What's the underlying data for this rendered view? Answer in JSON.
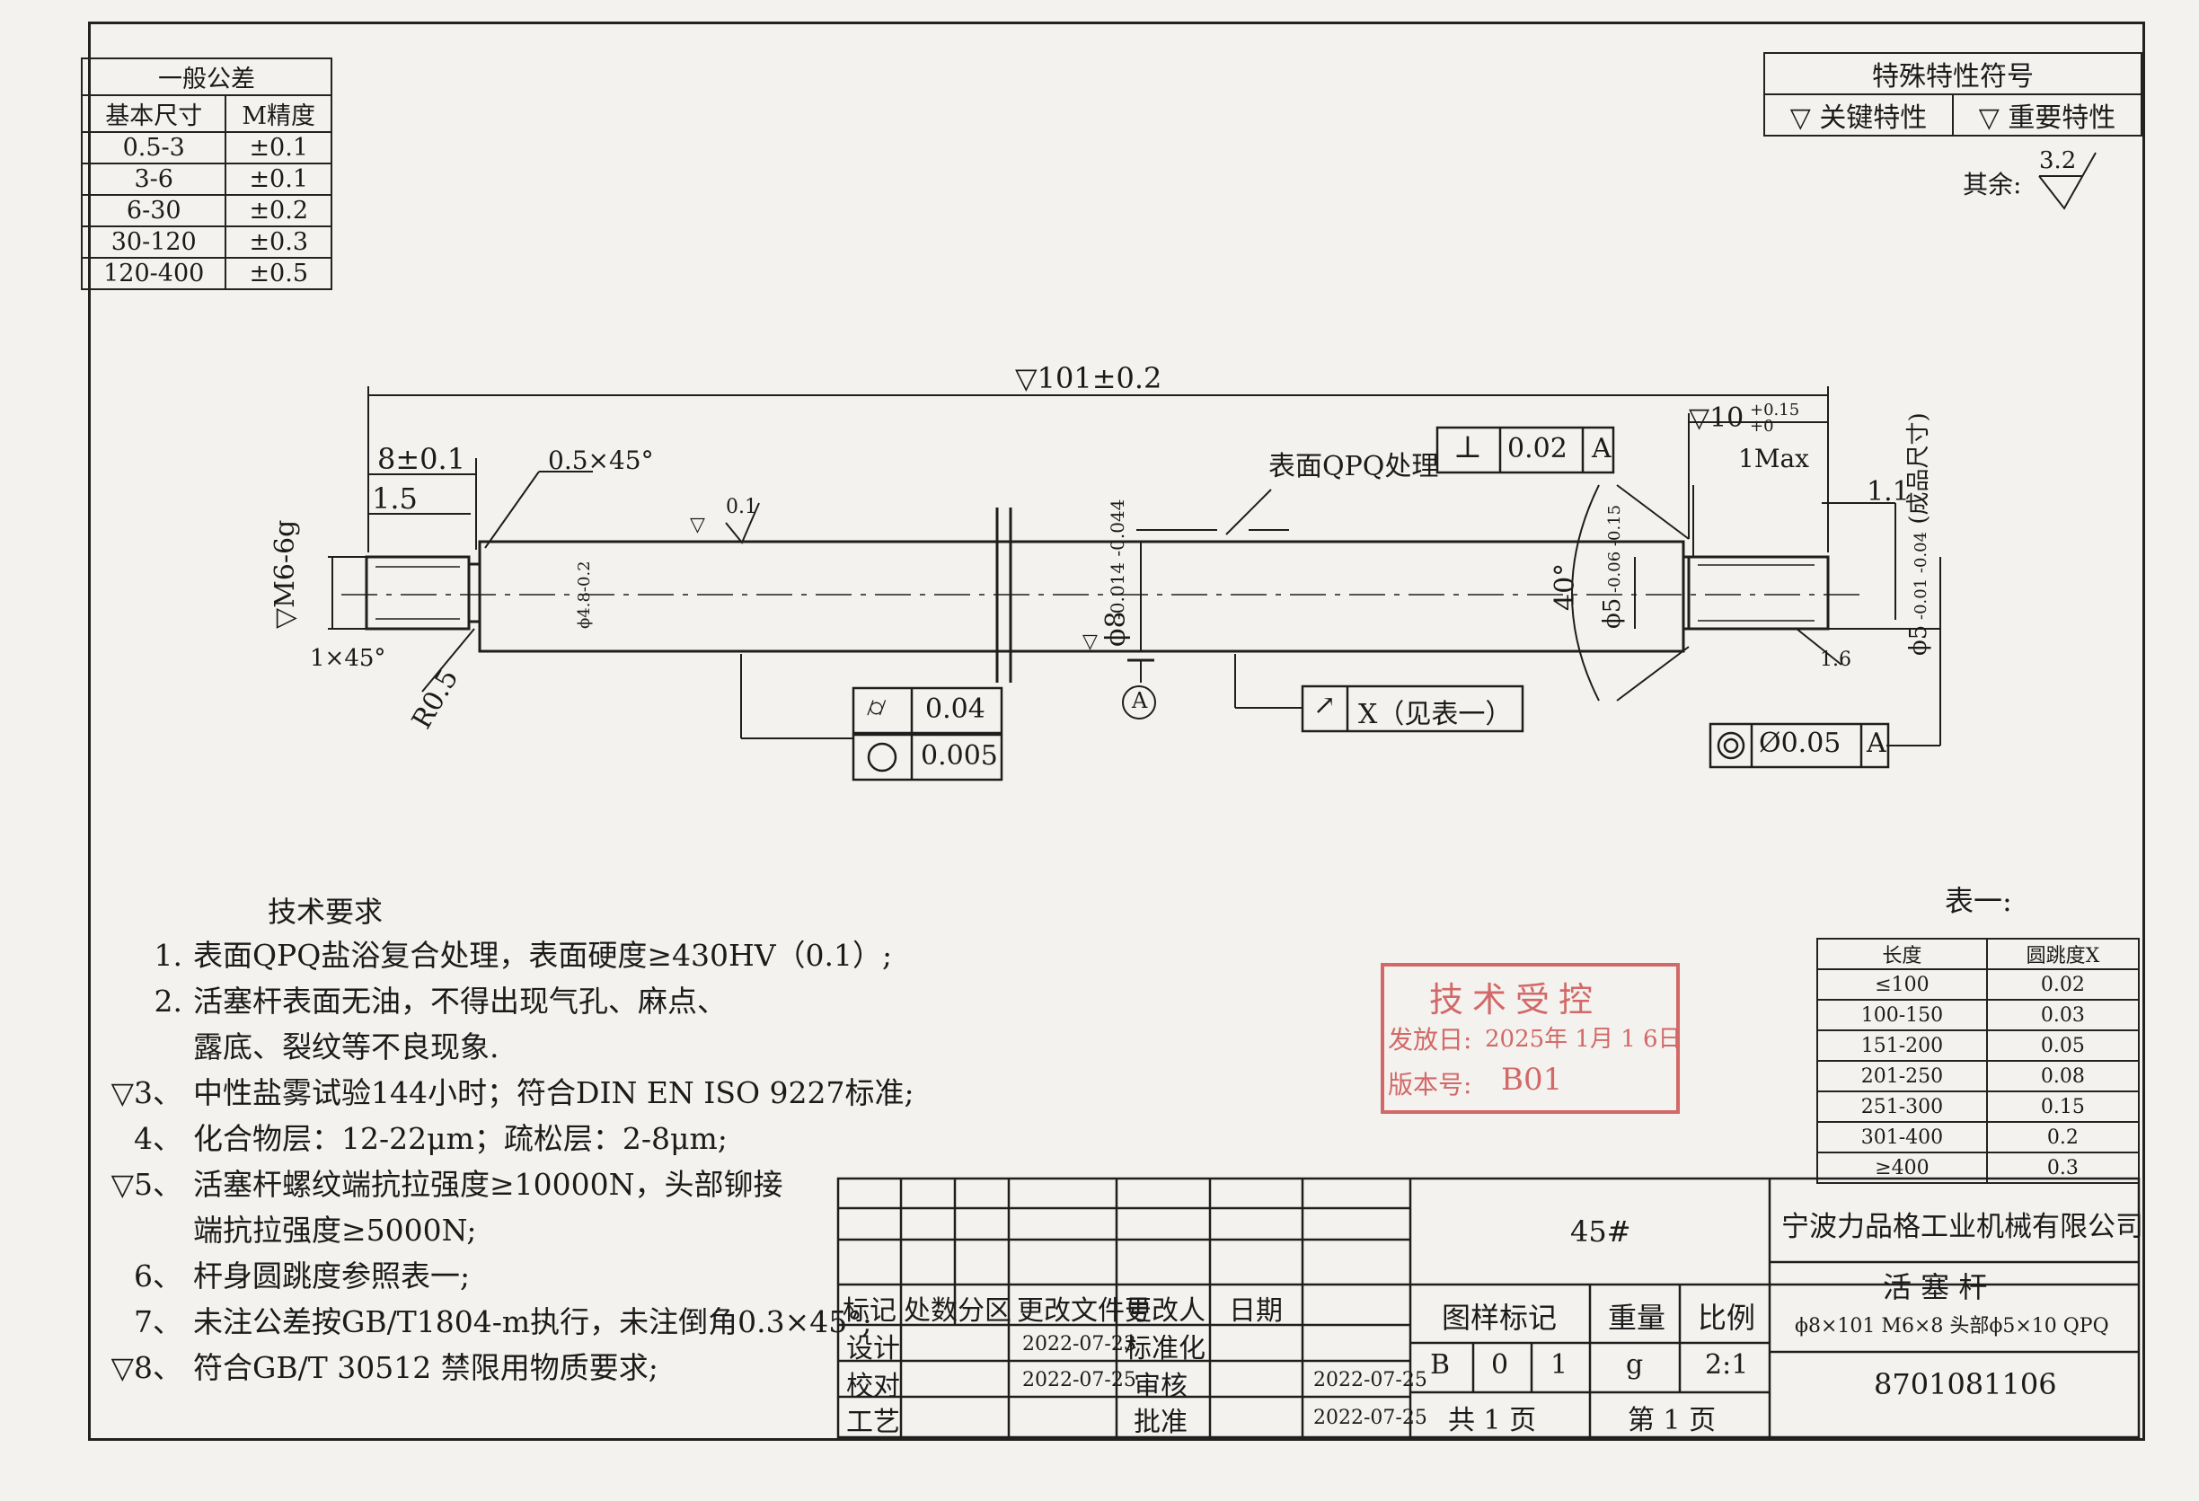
{
  "general_tolerance": {
    "title": "一般公差",
    "headers": [
      "基本尺寸",
      "M精度"
    ],
    "rows": [
      [
        "0.5-3",
        "±0.1"
      ],
      [
        "3-6",
        "±0.1"
      ],
      [
        "6-30",
        "±0.2"
      ],
      [
        "30-120",
        "±0.3"
      ],
      [
        "120-400",
        "±0.5"
      ]
    ]
  },
  "special_characteristics": {
    "title": "特殊特性符号",
    "key_label": "关键特性",
    "important_label": "重要特性"
  },
  "surface_finish": {
    "label": "其余:",
    "value": "3.2"
  },
  "dimensions": {
    "overall_length": "101±0.2",
    "thread_length": "8±0.1",
    "thread_relief": "1.5",
    "chamfer": "0.5×45°",
    "thread_spec": "M6-6g",
    "thread_chamfer": "1×45°",
    "fillet": "R0.5",
    "inner_dia": "ϕ4.8",
    "inner_dia_tol": "-0.2",
    "roughness_body": "0.1",
    "body_dia": "ϕ8",
    "body_dia_tol_upper": "-0.014",
    "body_dia_tol_lower": "-0.044",
    "datum": "A",
    "surface_treatment": "表面QPQ处理",
    "perpendicularity_value": "0.02",
    "perpendicularity_datum": "A",
    "head_length": "10",
    "head_length_tol_upper": "+0.15",
    "head_length_tol_lower": "+0",
    "max_step": "1Max",
    "end_step": "1.1",
    "angle": "40°",
    "head_dia": "ϕ5",
    "head_dia_tol_upper": "-0.06",
    "head_dia_tol_lower": "-0.15",
    "end_dia": "ϕ5",
    "end_dia_tol_upper": "-0.01",
    "end_dia_tol_lower": "-0.04",
    "finished_size_note": "(成品尺寸)",
    "end_roughness": "1.6",
    "cylindricity_value": "0.04",
    "roundness_value": "0.005",
    "runout_text": "X（见表一）",
    "concentricity_value": "Ø0.05",
    "concentricity_datum": "A"
  },
  "tech_requirements": {
    "title": "技术要求",
    "items": [
      {
        "idx": "1.",
        "text": "表面QPQ盐浴复合处理，表面硬度≥430HV（0.1）;"
      },
      {
        "idx": "2.",
        "text": "活塞杆表面无油，不得出现气孔、麻点、"
      },
      {
        "idx": "",
        "text": "露底、裂纹等不良现象."
      },
      {
        "idx": "3、",
        "text": "中性盐雾试验144小时；符合DIN EN ISO 9227标准;"
      },
      {
        "idx": "4、",
        "text": "化合物层：12-22μm；疏松层：2-8μm;"
      },
      {
        "idx": "5、",
        "text": "活塞杆螺纹端抗拉强度≥10000N，头部铆接"
      },
      {
        "idx": "",
        "text": "端抗拉强度≥5000N;"
      },
      {
        "idx": "6、",
        "text": "杆身圆跳度参照表一;"
      },
      {
        "idx": "7、",
        "text": "未注公差按GB/T1804-m执行，未注倒角0.3×45°;"
      },
      {
        "idx": "8、",
        "text": "符合GB/T 30512 禁限用物质要求;"
      }
    ]
  },
  "table1": {
    "title": "表一:",
    "headers": [
      "长度",
      "圆跳度X"
    ],
    "rows": [
      [
        "≤100",
        "0.02"
      ],
      [
        "100-150",
        "0.03"
      ],
      [
        "151-200",
        "0.05"
      ],
      [
        "201-250",
        "0.08"
      ],
      [
        "251-300",
        "0.15"
      ],
      [
        "301-400",
        "0.2"
      ],
      [
        "≥400",
        "0.3"
      ]
    ]
  },
  "stamp": {
    "title": "技术受控",
    "date_label": "发放日:",
    "date": "2025年 1月 1 6日",
    "version_label": "版本号:",
    "version": "B01",
    "color": "#c83a3a"
  },
  "title_block": {
    "material": "45#",
    "company": "宁波力品格工业机械有限公司",
    "part_name": "活 塞 杆",
    "part_desc": "ϕ8×101  M6×8 头部ϕ5×10 QPQ",
    "part_number": "8701081106",
    "revision_headers": [
      "标记",
      "处数",
      "分区",
      "更改文件号",
      "更改人",
      "日期"
    ],
    "design_label": "设计",
    "check_label": "校对",
    "process_label": "工艺",
    "standard_label": "标准化",
    "review_label": "审核",
    "approve_label": "批准",
    "design_date": "2022-07-23",
    "check_date": "2022-07-25",
    "review_date": "2022-07-25",
    "approve_date": "2022-07-25",
    "sample_mark_label": "图样标记",
    "weight_label": "重量",
    "scale_label": "比例",
    "sample_marks": [
      "B",
      "0",
      "1"
    ],
    "weight_unit": "g",
    "scale": "2:1",
    "total_pages": "共 1 页",
    "page_no": "第 1 页"
  }
}
